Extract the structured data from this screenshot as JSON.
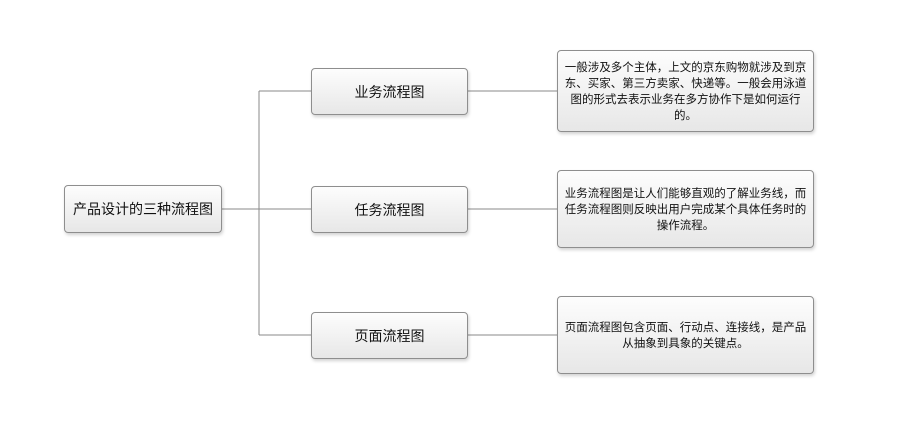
{
  "diagram": {
    "root": {
      "label": "产品设计的三种流程图"
    },
    "branches": [
      {
        "label": "业务流程图",
        "note": "一般涉及多个主体，上文的京东购物就涉及到京东、买家、第三方卖家、快递等。一般会用泳道图的形式去表示业务在多方协作下是如何运行的。"
      },
      {
        "label": "任务流程图",
        "note": "业务流程图是让人们能够直观的了解业务线，而任务流程图则反映出用户完成某个具体任务时的操作流程。"
      },
      {
        "label": "页面流程图",
        "note": "页面流程图包含页面、行动点、连接线，是产品从抽象到具象的关键点。"
      }
    ]
  },
  "colors": {
    "connector": "#8a8a8a",
    "node_border": "#8e8e8e"
  }
}
